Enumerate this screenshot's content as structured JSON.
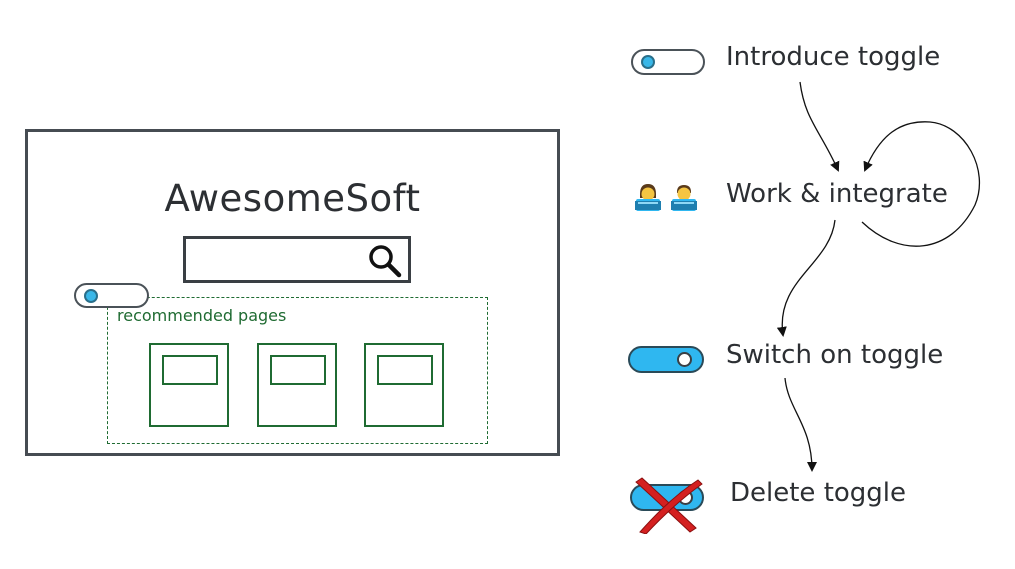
{
  "mockup": {
    "app_title": "AwesomeSoft",
    "recommended_label": "recommended pages",
    "card_count": 3
  },
  "steps": [
    {
      "label": "Introduce toggle",
      "icon": "toggle-off-icon"
    },
    {
      "label": "Work & integrate",
      "icon": "developers-icon"
    },
    {
      "label": "Switch on toggle",
      "icon": "toggle-on-icon"
    },
    {
      "label": "Delete toggle",
      "icon": "deleted-toggle-icon"
    }
  ],
  "colors": {
    "toggle_blue": "#2fb7f0",
    "region_green": "#1f6b32",
    "frame_gray": "#464c52",
    "delete_red": "#d42020"
  }
}
